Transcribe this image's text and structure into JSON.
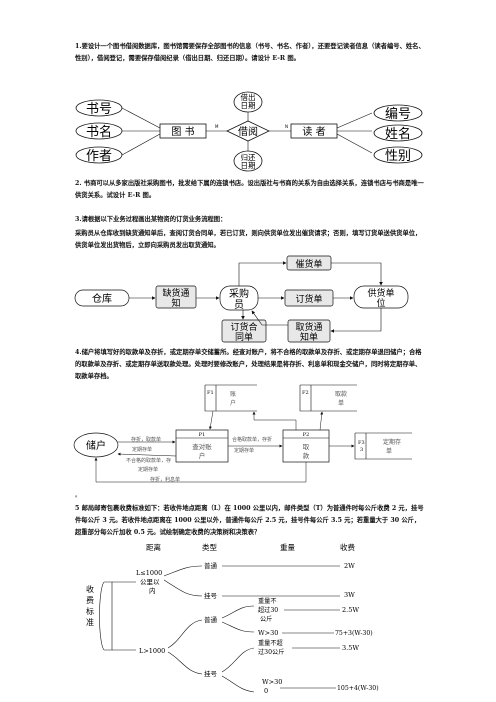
{
  "q1": {
    "text": "1.要设计一个图书借阅数据库，图书馆需要保存全部图书的信息（书号、书名、作者），还要登记读者信息（读者编号、姓名、性别），借阅登记，需要保存借阅纪录（借出日期、归还日期）。请设计 E-R 图。",
    "book_attrs": [
      "书号",
      "书名",
      "作者"
    ],
    "reader_attrs": [
      "编号",
      "姓名",
      "性别"
    ],
    "entity_book": "图 书",
    "entity_reader": "读 者",
    "relation": "借阅",
    "rel_attrs": [
      "借出日期",
      "归还日期"
    ],
    "m": "M",
    "n": "N"
  },
  "q2": {
    "text": "2. 书商可以从多家出版社采购图书，批发给下属的连锁书店。设出版社与书商的关系为自由选择关系，连锁书店与书商是唯一供货关系。试设计 E-R 图。"
  },
  "q3": {
    "text": "3.请根据以下业务过程画出某物资的订货业务流程图：",
    "text2": "采购员从仓库收到缺货通知单后，查阅订货合同单，若已订货，则向供货单位发出催货请求；否则，填写订货单送供货单位，供货单位发出货物后，立即向采购员发出取货通知。",
    "nodes": {
      "warehouse": "仓库",
      "shortage": "缺货通知",
      "buyer": "采购员",
      "order": "订货单",
      "supplier": "供货单位",
      "urge": "催货单",
      "contract": "订货合同单",
      "pickup": "取货通知单"
    }
  },
  "q4": {
    "text": "4.储户将填写好的取款单及存折，或定期存单交储蓄所。经查对账户，将不合格的取款单及存折、或定期存单退回储户；合格的取款单及存折、或定期存单送取款处理。处理时要修改账户，处理结果是将存折、利息单和现金交储户，同时将定期存单、取款单存档。",
    "customer": "储户",
    "f1": "F1",
    "f1_label": "账户",
    "f2": "F2",
    "f2_label": "取款单",
    "f3": "F3",
    "f3_label": "定期存单",
    "p1": "P1",
    "p1_label": "查对账户",
    "p2": "P2",
    "p2_label": "取款",
    "flow_in1": "存折，取款单",
    "flow_in2": "定期存单",
    "flow_reject1": "不合格的取款单，存",
    "flow_reject2": "定期存单",
    "flow_ok1": "合格取款单，存折",
    "flow_ok2": "定期存单",
    "flow_out": "存折，利息单",
    "dot": "。"
  },
  "q5": {
    "text": "5 邮局邮寄包裹收费标准如下：若收件地点距离（L）在 1000 公里以内，邮件类型（T）为普通件时每公斤收费 2 元，挂号件每公斤 3 元。若收件地点距离在 1000 公里以外，普通件每公斤 2.5 元，挂号件每公斤 3.5 元；若重量大于 30 公斤，超重部分每公斤加收 0.5 元。试绘制确定收费的决策树和决策表？",
    "headers": [
      "距离",
      "类型",
      "重量",
      "收费"
    ],
    "root": "收费标准",
    "l1": "L≤1000 公里以内",
    "l2": "L>1000",
    "normal": "普通",
    "reg": "挂号",
    "w1": "重量不超过30公斤",
    "w2": "W>30",
    "w3": "重量不超过30公斤",
    "w4": "W>30",
    "fees": [
      "2W",
      "3W",
      "2.5W",
      "75+3(W-30)",
      "3.5W",
      "105+4(W-30)"
    ]
  }
}
